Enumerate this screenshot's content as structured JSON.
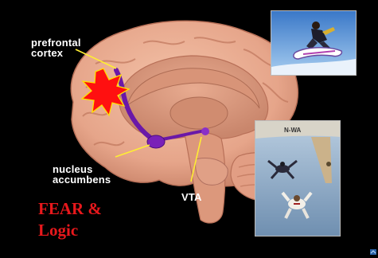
{
  "labels": {
    "prefrontal": [
      "prefrontal",
      "cortex"
    ],
    "nucleus": [
      "nucleus",
      "accumbens"
    ],
    "vta": "VTA"
  },
  "title": [
    "FEAR &",
    "Logic"
  ],
  "photos": {
    "top": "snowboarder-photo",
    "bottom": "skydivers-photo",
    "plane_marking": "N-WA"
  },
  "colors": {
    "background": "#000000",
    "brain": "#e8a890",
    "pathway": "#7a20b8",
    "burst": "#ff1010",
    "title": "#e8181c",
    "pointer": "#ffee33"
  }
}
